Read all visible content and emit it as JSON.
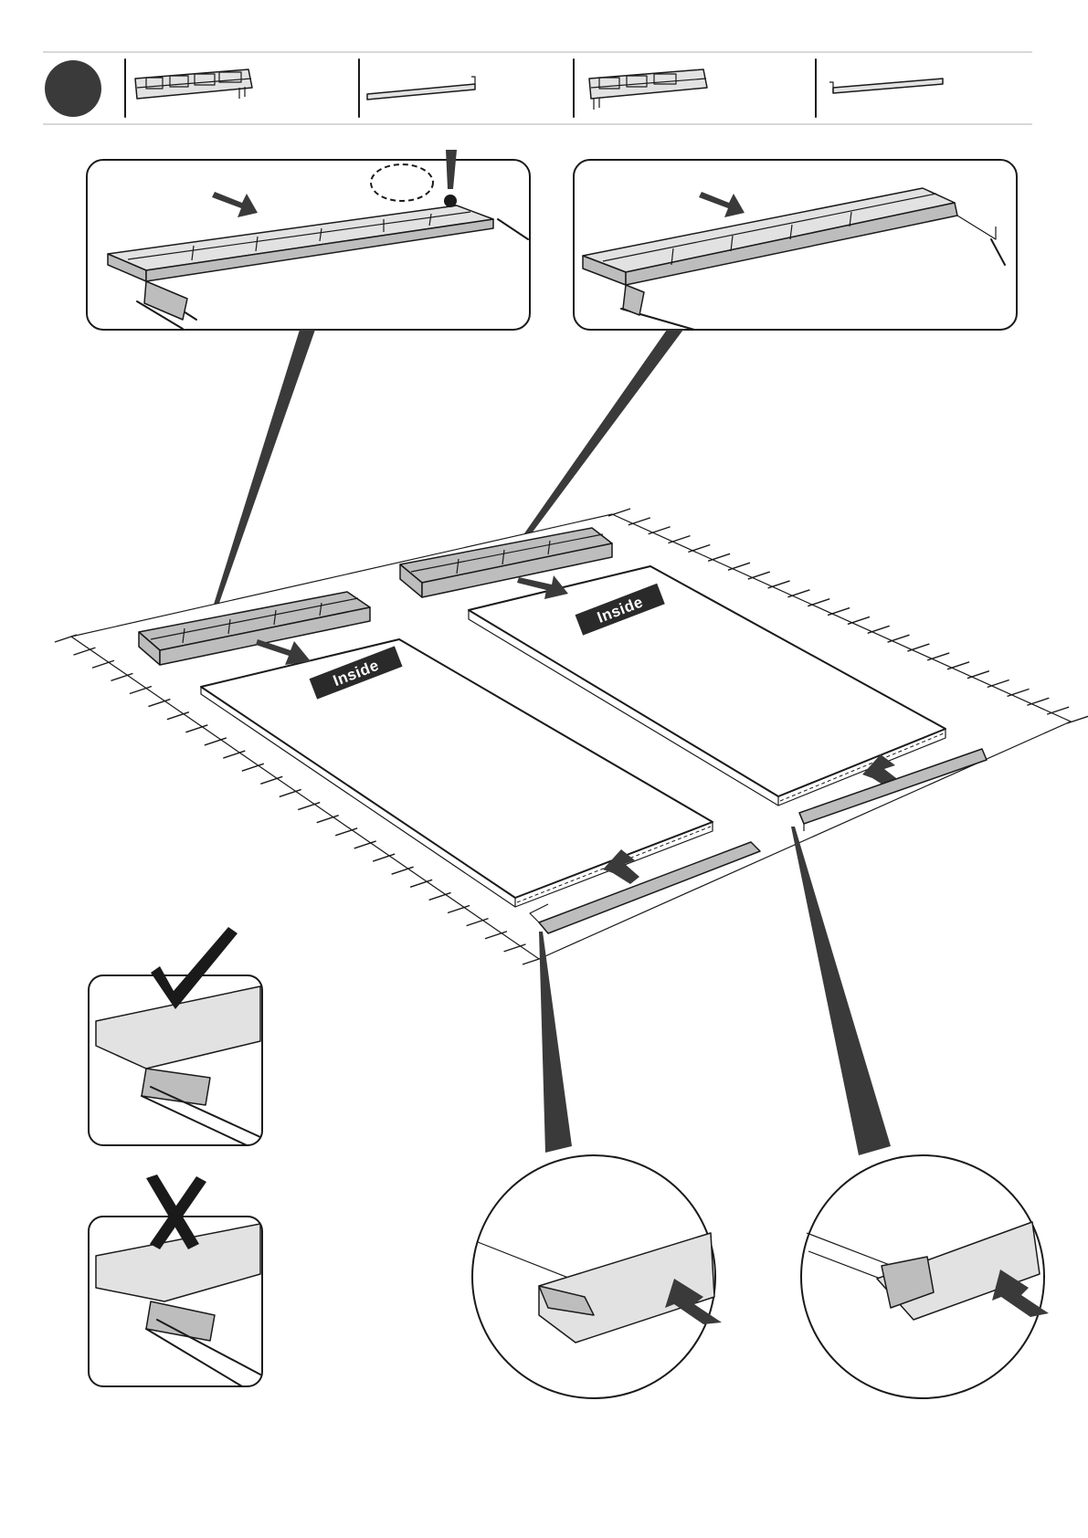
{
  "step": {
    "number_marker": "dark-circle",
    "color": "#3a3a3a"
  },
  "parts_header": {
    "parts": [
      {
        "icon": "side-rail-tray-icon"
      },
      {
        "icon": "thin-bar-icon"
      },
      {
        "icon": "side-rail-tray-icon"
      },
      {
        "icon": "thin-bar-icon"
      }
    ]
  },
  "panels": {
    "left_label": "Inside",
    "right_label": "Inside"
  },
  "symbols": {
    "warning": "exclamation-mark-icon",
    "correct": "checkmark-icon",
    "wrong": "cross-icon"
  },
  "colors": {
    "line": "#1a1a1a",
    "part_gray": "#bdbdbd",
    "callout": "#3a3a3a"
  }
}
